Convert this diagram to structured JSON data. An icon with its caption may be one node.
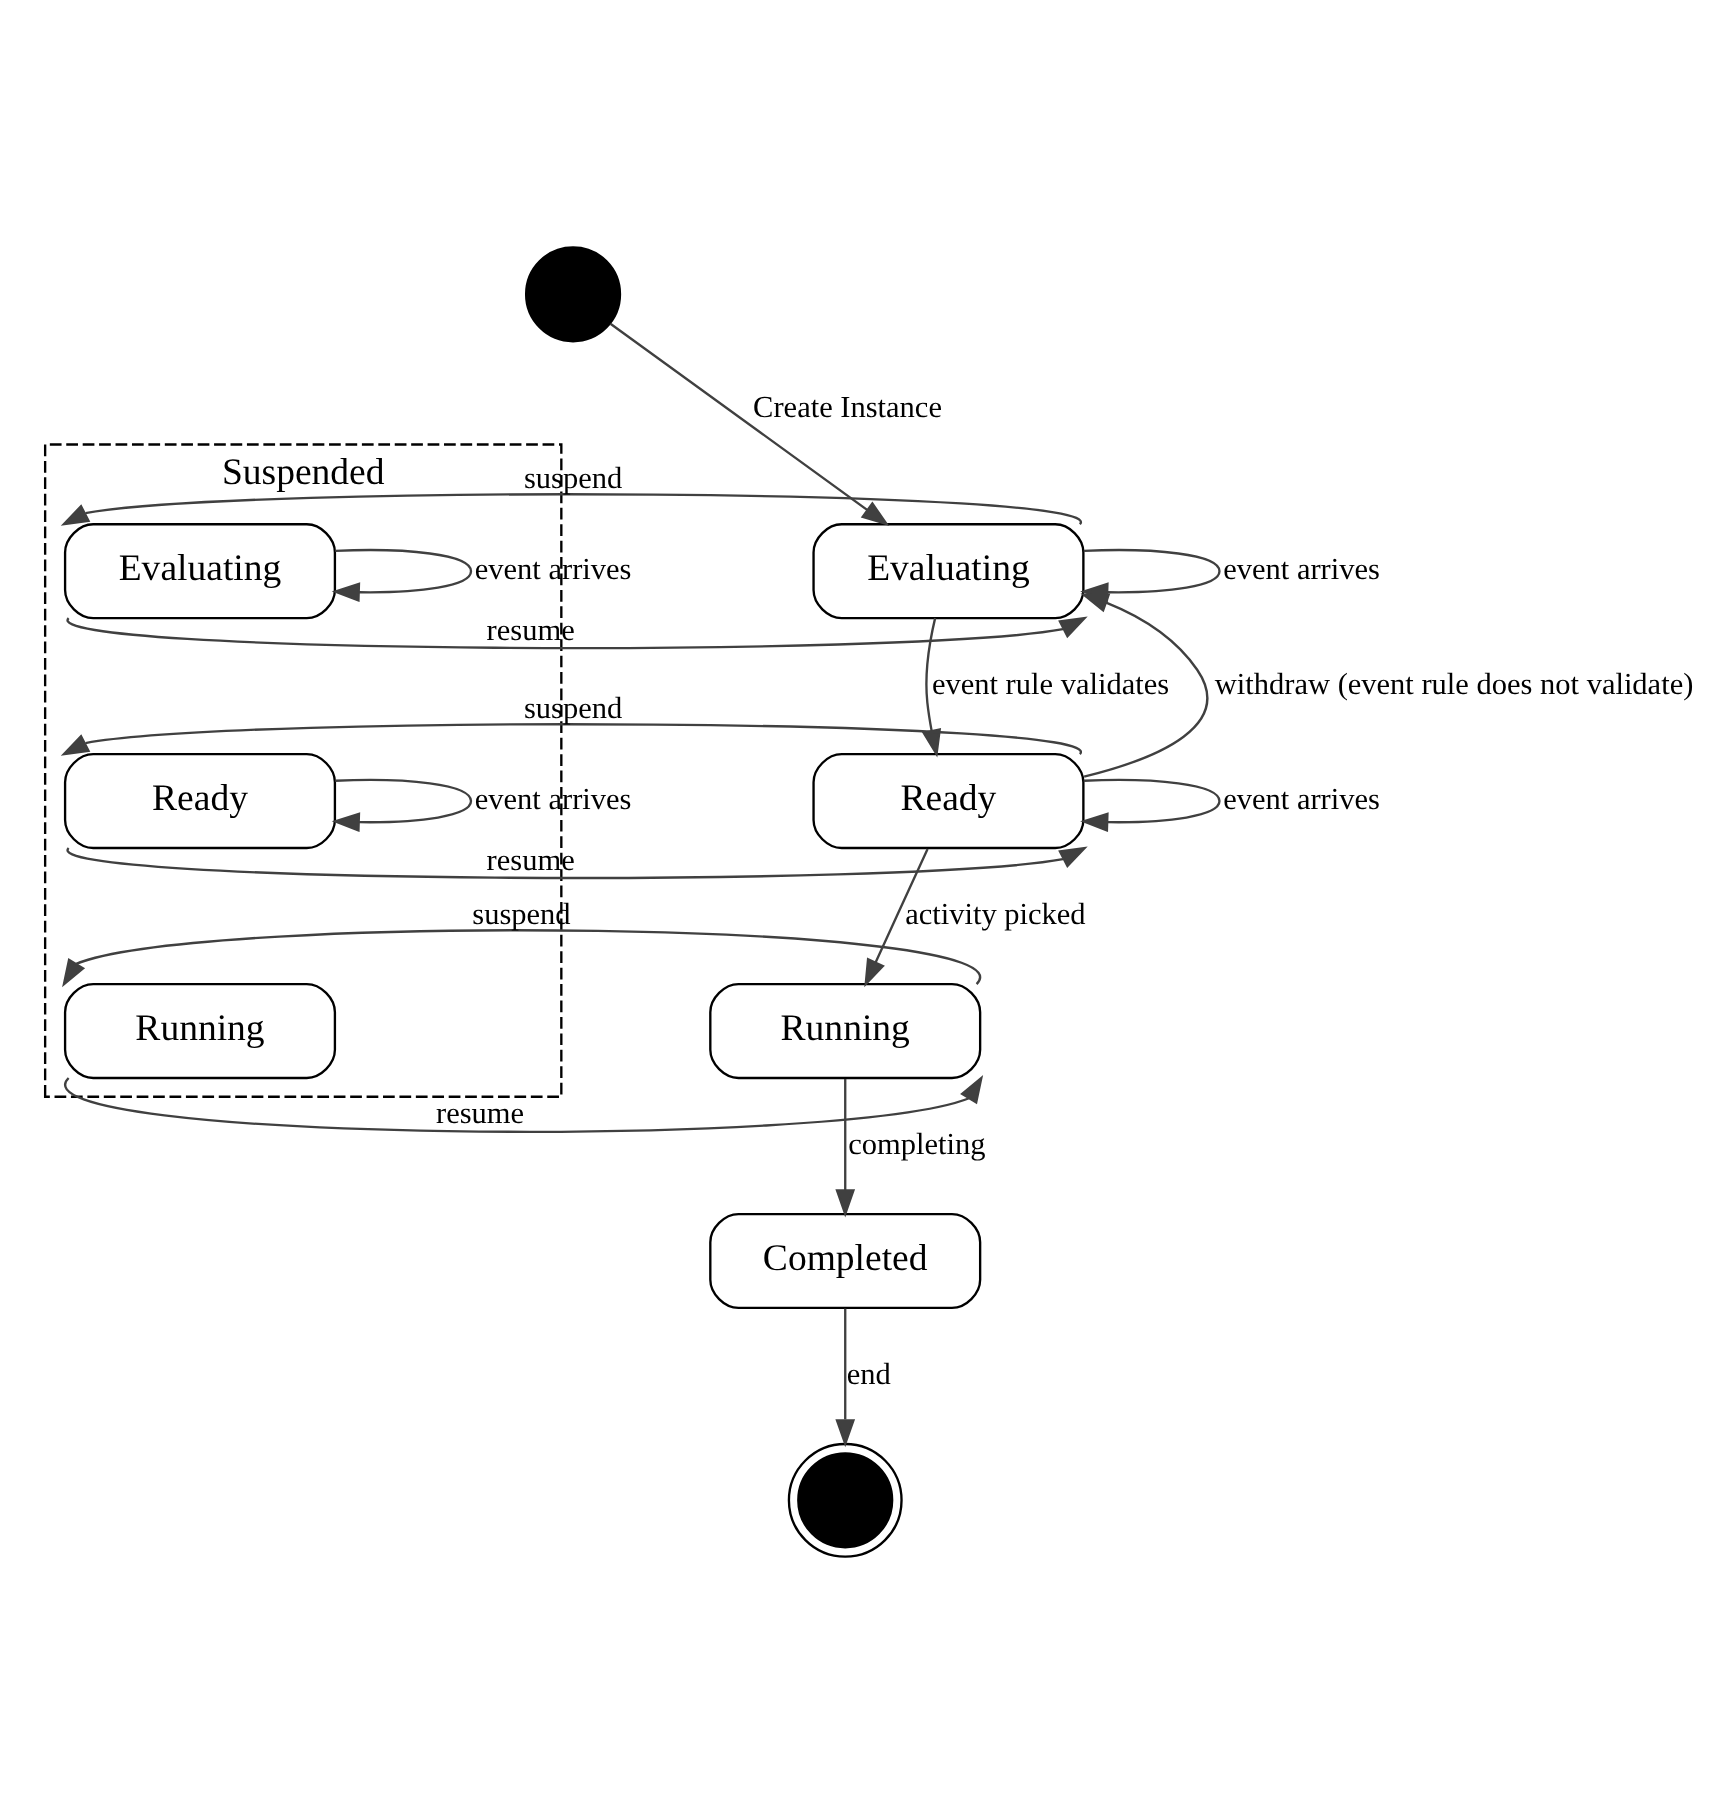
{
  "diagram": {
    "nodes": [
      {
        "text": [],
        "shape": "circle"
      },
      {
        "text": [
          "Evaluating"
        ]
      },
      {
        "text": [
          "Ready"
        ]
      },
      {
        "text": [
          "Running"
        ]
      },
      {
        "text": [
          "Completed"
        ]
      },
      {
        "text": [],
        "shape": "circle"
      },
      {
        "text": [
          "Suspended"
        ]
      },
      {
        "text": [
          "Evaluating"
        ],
        "in": 6
      },
      {
        "text": [
          "Ready"
        ],
        "in": 6
      },
      {
        "text": [
          "Running"
        ],
        "in": 6
      }
    ],
    "edges": [
      {
        "from": 0,
        "to": 1,
        "arrow": "to",
        "label": "Create Instance"
      },
      {
        "from": 1,
        "to": 7,
        "arrow": "to",
        "label": "suspend"
      },
      {
        "from": 7,
        "to": 1,
        "arrow": "to",
        "label": "resume"
      },
      {
        "from": 1,
        "to": 1,
        "arrow": "to",
        "label": "event arrives"
      },
      {
        "from": 7,
        "to": 7,
        "arrow": "to",
        "label": "event arrives"
      },
      {
        "from": 1,
        "to": 2,
        "arrow": "to",
        "label": "event rule validates"
      },
      {
        "from": 2,
        "to": 1,
        "arrow": "to",
        "label": "withdraw (event rule does not validate)"
      },
      {
        "from": 2,
        "to": 8,
        "arrow": "to",
        "label": "suspend"
      },
      {
        "from": 8,
        "to": 2,
        "arrow": "to",
        "label": "resume"
      },
      {
        "from": 2,
        "to": 2,
        "arrow": "to",
        "label": "event arrives"
      },
      {
        "from": 8,
        "to": 8,
        "arrow": "to",
        "label": "event arrives"
      },
      {
        "from": 2,
        "to": 3,
        "arrow": "to",
        "label": "activity picked"
      },
      {
        "from": 3,
        "to": 9,
        "arrow": "to",
        "label": "suspend"
      },
      {
        "from": 9,
        "to": 3,
        "arrow": "to",
        "label": "resume"
      },
      {
        "from": 3,
        "to": 4,
        "arrow": "to",
        "label": "completing"
      },
      {
        "from": 4,
        "to": 5,
        "arrow": "to",
        "label": "end"
      }
    ]
  }
}
